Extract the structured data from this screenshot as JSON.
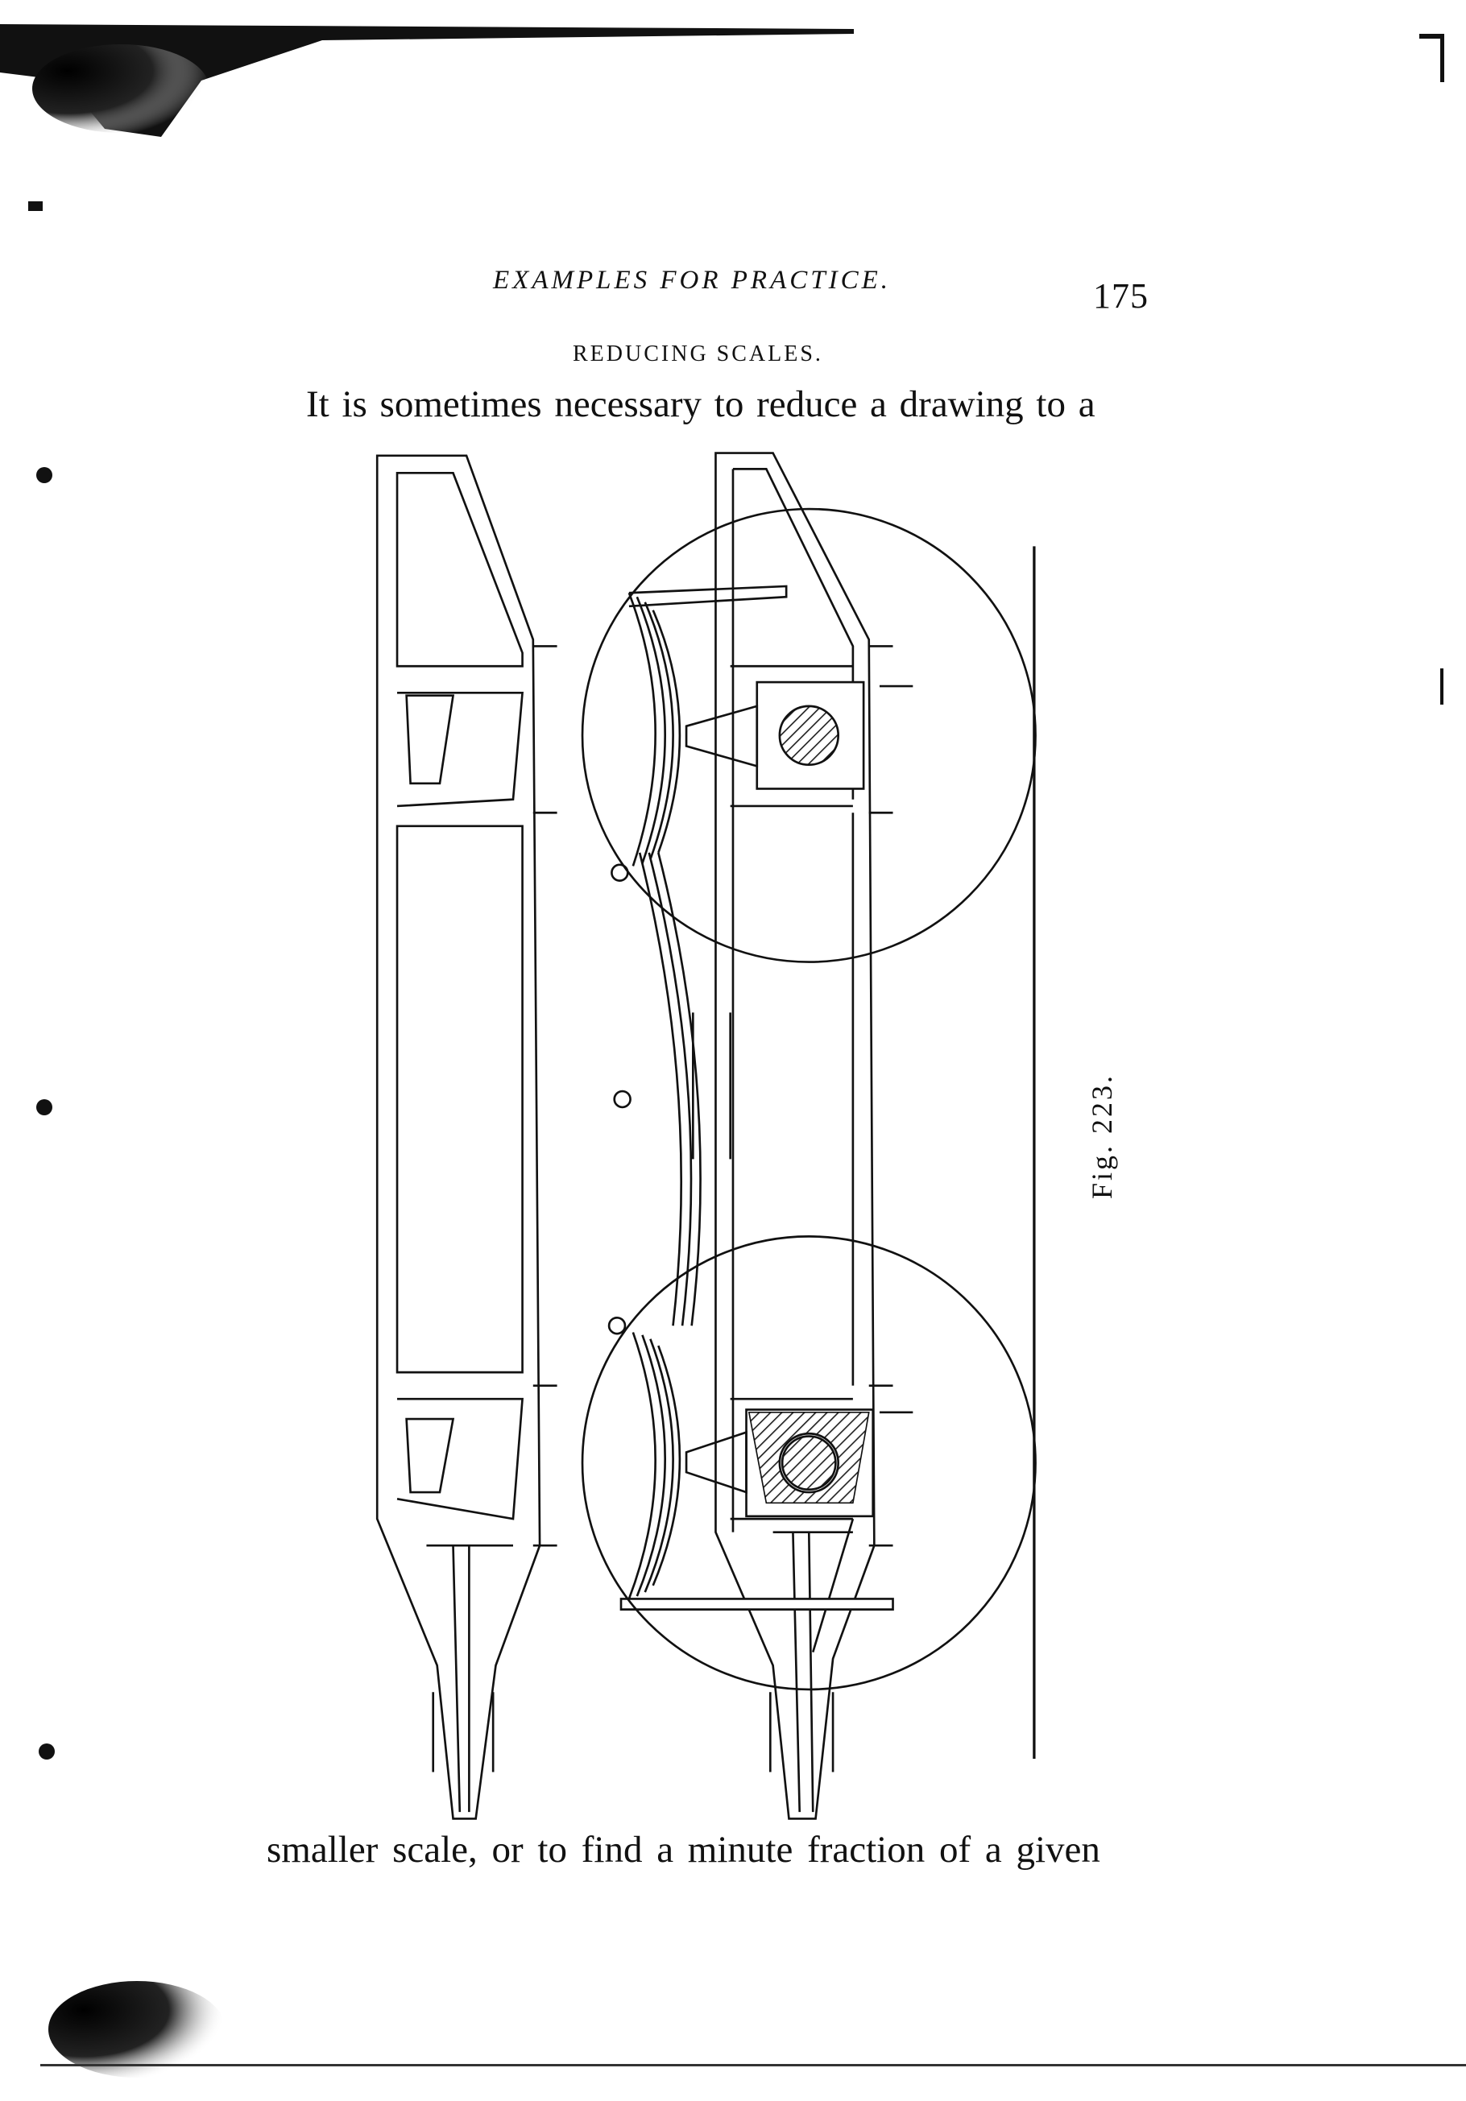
{
  "header": {
    "running_title": "EXAMPLES FOR PRACTICE.",
    "page_number": "175"
  },
  "section": {
    "heading": "REDUCING SCALES."
  },
  "body": {
    "line_before_figure": "It is sometimes necessary to reduce a drawing to a",
    "line_after_figure": "smaller scale, or to find a minute fraction of a given"
  },
  "figure": {
    "caption": "Fig. 223."
  }
}
